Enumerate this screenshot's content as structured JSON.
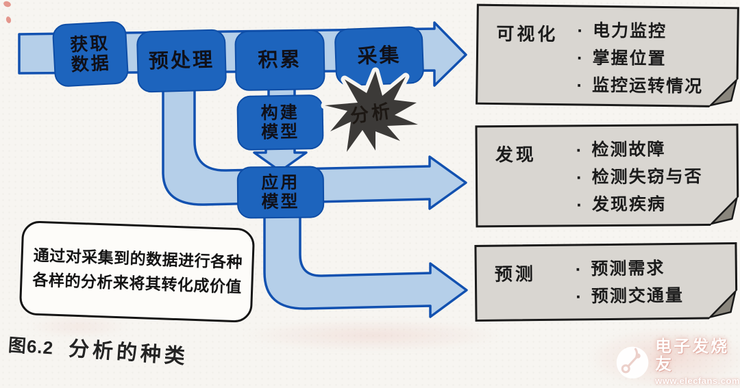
{
  "flow": {
    "acquire": {
      "line1": "获取",
      "line2": "数据"
    },
    "preprocess": {
      "label": "预处理"
    },
    "accumulate": {
      "label": "积累"
    },
    "collect": {
      "label": "采集"
    },
    "build_model": {
      "line1": "构建",
      "line2": "模型"
    },
    "apply_model": {
      "line1": "应用",
      "line2": "模型"
    },
    "analysis_burst": {
      "label": "分析"
    }
  },
  "outputs": [
    {
      "category": "可视化",
      "items": [
        "电力监控",
        "掌握位置",
        "监控运转情况"
      ]
    },
    {
      "category": "发现",
      "items": [
        "检测故障",
        "检测失窃与否",
        "发现疾病"
      ]
    },
    {
      "category": "预测",
      "items": [
        "预测需求",
        "预测交通量"
      ]
    }
  ],
  "bullet_glyph": "·",
  "callout": {
    "text": "通过对采集到的数据进行各种各样的分析来将其转化成价值"
  },
  "caption": {
    "prefix": "图6.2",
    "title": "分析的种类"
  },
  "watermark": {
    "brand": "电子发烧友",
    "site": "www.elecfans.com"
  },
  "colors": {
    "stage_box_blue": "#1d64bd",
    "arrow_fill": "#b5cfe9",
    "arrow_stroke": "#1251b0",
    "burst_gray": "#3c3a38",
    "note_background": "#d9d6d1",
    "ink": "#1a1a1a",
    "paper": "#f7f5f1"
  }
}
